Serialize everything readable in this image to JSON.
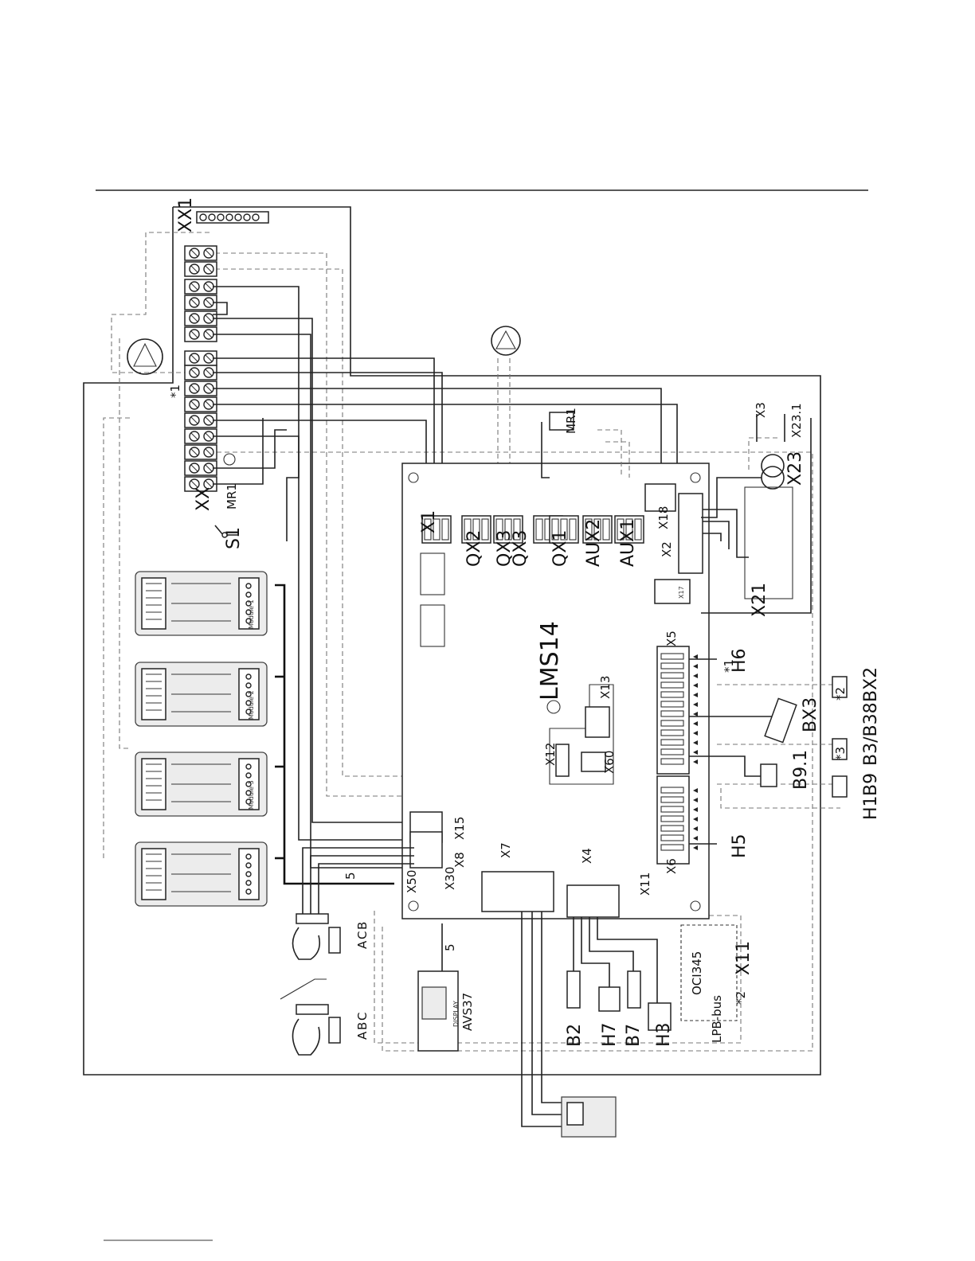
{
  "diagram": {
    "board_name": "LMS14",
    "connectors_top": [
      "X1",
      "QX2",
      "QX3",
      "QX3",
      "QX1",
      "AUX2",
      "AUX1",
      "X18",
      "X2"
    ],
    "connector_labels": {
      "xx1": "XX1",
      "xx": "XX",
      "mr1": "MR1",
      "s1": "S1",
      "x5": "X5",
      "x6": "X6",
      "x7": "X7",
      "x4": "X4",
      "x11": "X11",
      "x30": "X30",
      "x50": "X50",
      "x8": "X8",
      "x15": "X15",
      "x12": "X12",
      "x13": "X13",
      "x60": "X60",
      "x17": "X17",
      "x21": "X21",
      "x23": "X23",
      "x231": "X23.1",
      "x3": "X3",
      "mr1_top": "MR1"
    },
    "sensors_right": [
      "H6",
      "BX2",
      "BX3",
      "B3/B38",
      "B9.1",
      "B9",
      "H1",
      "H5"
    ],
    "sensors_bottom": [
      "B2",
      "H7",
      "B7",
      "H3"
    ],
    "modules_left": [
      "Module 1",
      "Module 2",
      "Module 3"
    ],
    "display_label": "AVS37",
    "display_sub": "DISPLAY",
    "bus_label": "LPB-bus",
    "bus_module": "OCI345",
    "star_notes": [
      "*1",
      "*2",
      "*3"
    ],
    "wire_count": "5",
    "fan_pins_1": [
      "A",
      "C",
      "B"
    ],
    "fan_pins_2": [
      "A",
      "B",
      "C"
    ]
  }
}
